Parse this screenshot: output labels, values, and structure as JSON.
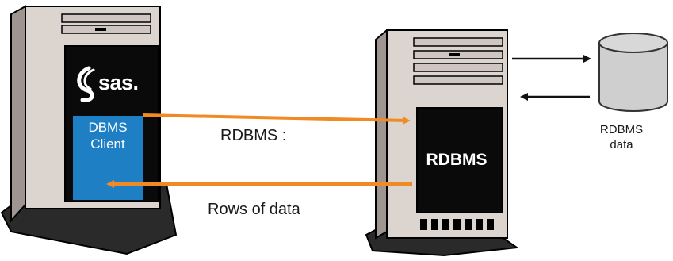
{
  "sas_server": {
    "logo_text": "sas.",
    "client_label_line1": "DBMS",
    "client_label_line2": "Client"
  },
  "db_server": {
    "label": "RDBMS"
  },
  "database": {
    "label_line1": "RDBMS",
    "label_line2": "data"
  },
  "flows": {
    "request_label": "RDBMS :",
    "response_label": "Rows of data"
  },
  "colors": {
    "arrow": "#f08a24",
    "client_panel": "#1f7fc4",
    "server_body": "#dcd4cf",
    "panel_black": "#0a0a0a"
  }
}
